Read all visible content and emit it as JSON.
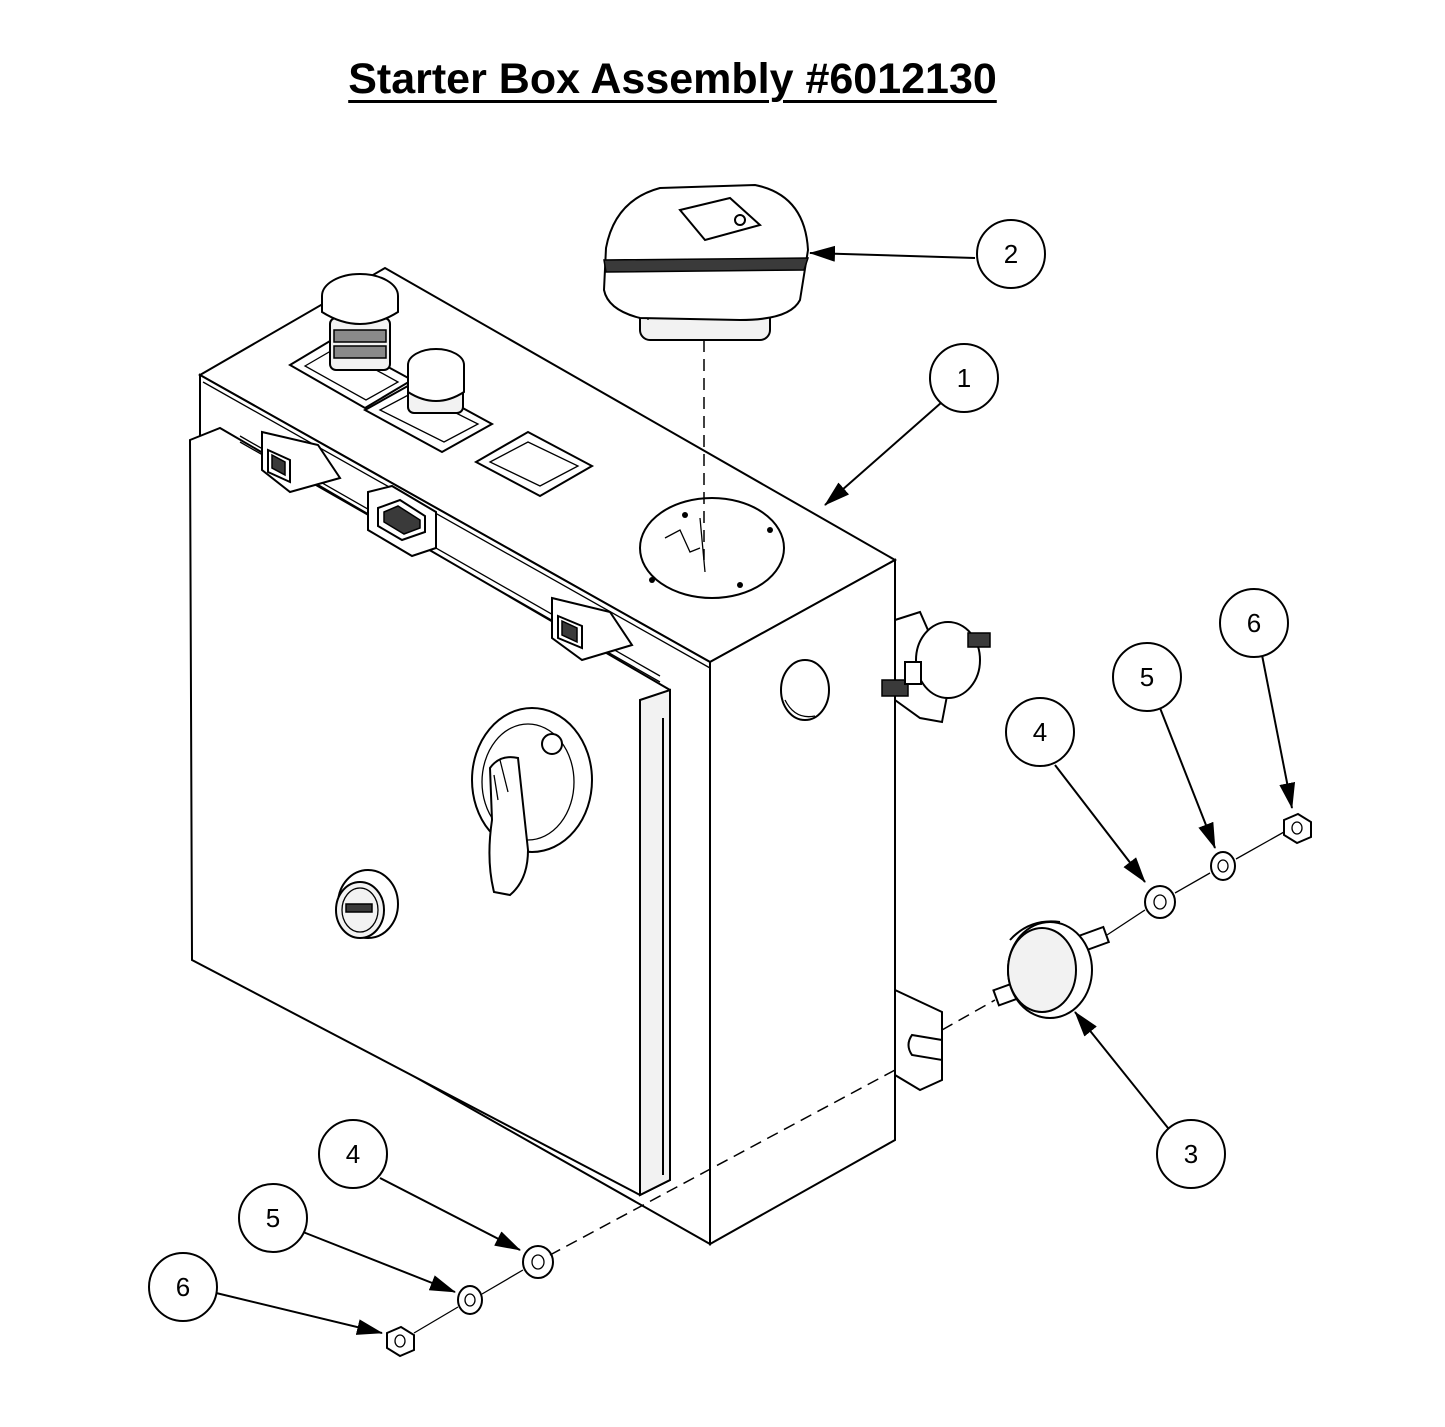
{
  "title": "Starter Box Assembly #6012130",
  "callouts": [
    {
      "id": "1",
      "label": "1"
    },
    {
      "id": "2",
      "label": "2"
    },
    {
      "id": "3",
      "label": "3"
    },
    {
      "id": "4a",
      "label": "4"
    },
    {
      "id": "5a",
      "label": "5"
    },
    {
      "id": "6a",
      "label": "6"
    },
    {
      "id": "4b",
      "label": "4"
    },
    {
      "id": "5b",
      "label": "5"
    },
    {
      "id": "6b",
      "label": "6"
    }
  ]
}
